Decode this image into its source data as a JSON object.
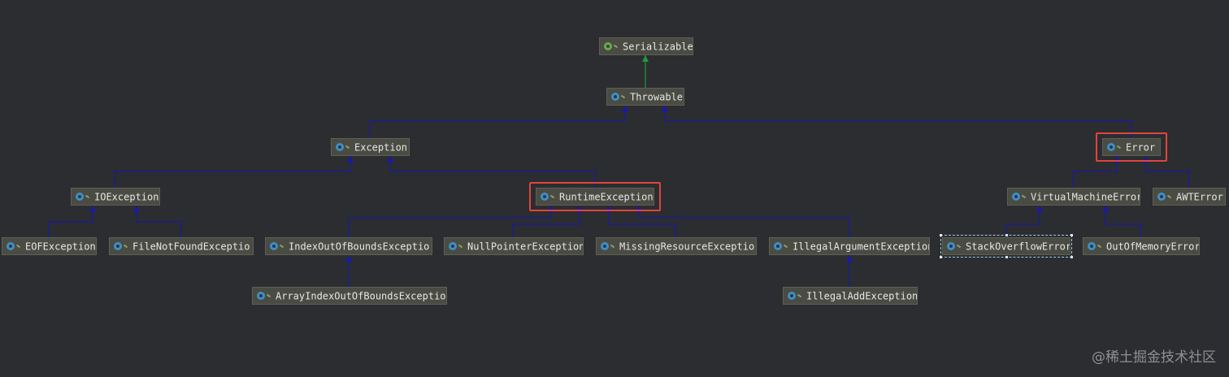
{
  "diagram": {
    "nodes": [
      {
        "id": "serializable",
        "label": "Serializable",
        "kind": "interface"
      },
      {
        "id": "throwable",
        "label": "Throwable",
        "kind": "class"
      },
      {
        "id": "exception",
        "label": "Exception",
        "kind": "class"
      },
      {
        "id": "error",
        "label": "Error",
        "kind": "class",
        "highlight": true
      },
      {
        "id": "ioexception",
        "label": "IOException",
        "kind": "class"
      },
      {
        "id": "runtimeexception",
        "label": "RuntimeException",
        "kind": "class",
        "highlight": true
      },
      {
        "id": "virtualmachineerror",
        "label": "VirtualMachineError",
        "kind": "class"
      },
      {
        "id": "awterror",
        "label": "AWTError",
        "kind": "class"
      },
      {
        "id": "eofexception",
        "label": "EOFException",
        "kind": "class"
      },
      {
        "id": "filenotfoundexception",
        "label": "FileNotFoundExceptio",
        "kind": "class"
      },
      {
        "id": "indexoutofboundsexception",
        "label": "IndexOutOfBoundsExceptio",
        "kind": "class"
      },
      {
        "id": "nullpointerexception",
        "label": "NullPointerException",
        "kind": "class"
      },
      {
        "id": "missingresourceexception",
        "label": "MissingResourceExceptio",
        "kind": "class"
      },
      {
        "id": "illegalargumentexception",
        "label": "IllegalArgumentException",
        "kind": "class"
      },
      {
        "id": "stackoverflowerror",
        "label": "StackOverflowError",
        "kind": "class",
        "selected": true
      },
      {
        "id": "outofmemoryerror",
        "label": "OutOfMemoryError",
        "kind": "class"
      },
      {
        "id": "arrayindexoutofboundsexception",
        "label": "ArrayIndexOutOfBoundsExceptio",
        "kind": "class"
      },
      {
        "id": "illegaladdexception",
        "label": "IllegalAddException",
        "kind": "class"
      }
    ],
    "edges": [
      {
        "from": "throwable",
        "to": "serializable",
        "type": "implements"
      },
      {
        "from": "exception",
        "to": "throwable",
        "type": "extends"
      },
      {
        "from": "error",
        "to": "throwable",
        "type": "extends"
      },
      {
        "from": "ioexception",
        "to": "exception",
        "type": "extends"
      },
      {
        "from": "runtimeexception",
        "to": "exception",
        "type": "extends"
      },
      {
        "from": "eofexception",
        "to": "ioexception",
        "type": "extends"
      },
      {
        "from": "filenotfoundexception",
        "to": "ioexception",
        "type": "extends"
      },
      {
        "from": "indexoutofboundsexception",
        "to": "runtimeexception",
        "type": "extends"
      },
      {
        "from": "nullpointerexception",
        "to": "runtimeexception",
        "type": "extends"
      },
      {
        "from": "missingresourceexception",
        "to": "runtimeexception",
        "type": "extends"
      },
      {
        "from": "illegalargumentexception",
        "to": "runtimeexception",
        "type": "extends"
      },
      {
        "from": "arrayindexoutofboundsexception",
        "to": "indexoutofboundsexception",
        "type": "extends"
      },
      {
        "from": "illegaladdexception",
        "to": "illegalargumentexception",
        "type": "extends"
      },
      {
        "from": "virtualmachineerror",
        "to": "error",
        "type": "extends"
      },
      {
        "from": "awterror",
        "to": "error",
        "type": "extends"
      },
      {
        "from": "stackoverflowerror",
        "to": "virtualmachineerror",
        "type": "extends"
      },
      {
        "from": "outofmemoryerror",
        "to": "virtualmachineerror",
        "type": "extends"
      }
    ]
  },
  "colors": {
    "background": "#2b2d30",
    "extends_edge": "#1a1aa6",
    "implements_edge": "#1f9a3a",
    "highlight_border": "#e0443e",
    "node_fill": "#4a4b43"
  },
  "watermark": "@稀土掘金技术社区"
}
